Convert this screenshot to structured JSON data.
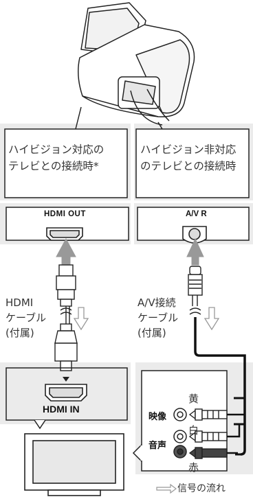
{
  "labels": {
    "hd_caption": "ハイビジョン対応の\nテレビとの接続時*",
    "sd_caption": "ハイビジョン非対応\nのテレビとの接続時",
    "hdmi_out": "HDMI OUT",
    "av_r": "A/V R",
    "hdmi_cable": "HDMI\nケーブル\n(付属)",
    "av_cable": "A/V接続\nケーブル\n(付属)",
    "hdmi_in": "HDMI IN",
    "video": "映像",
    "audio": "音声",
    "yellow": "黄",
    "white": "白",
    "red": "赤",
    "signal_flow": "信号の流れ"
  },
  "colors": {
    "panel_bg": "#ebebeb",
    "line": "#222222",
    "arrow_gray": "#999999",
    "white_bg": "#ffffff"
  },
  "icons": [
    "camcorder-icon",
    "hdmi-port-icon",
    "av-port-icon",
    "hdmi-plug-icon",
    "av-plug-icon",
    "tv-icon",
    "rca-jack-icon",
    "rca-plug-icon",
    "signal-arrow-icon"
  ]
}
